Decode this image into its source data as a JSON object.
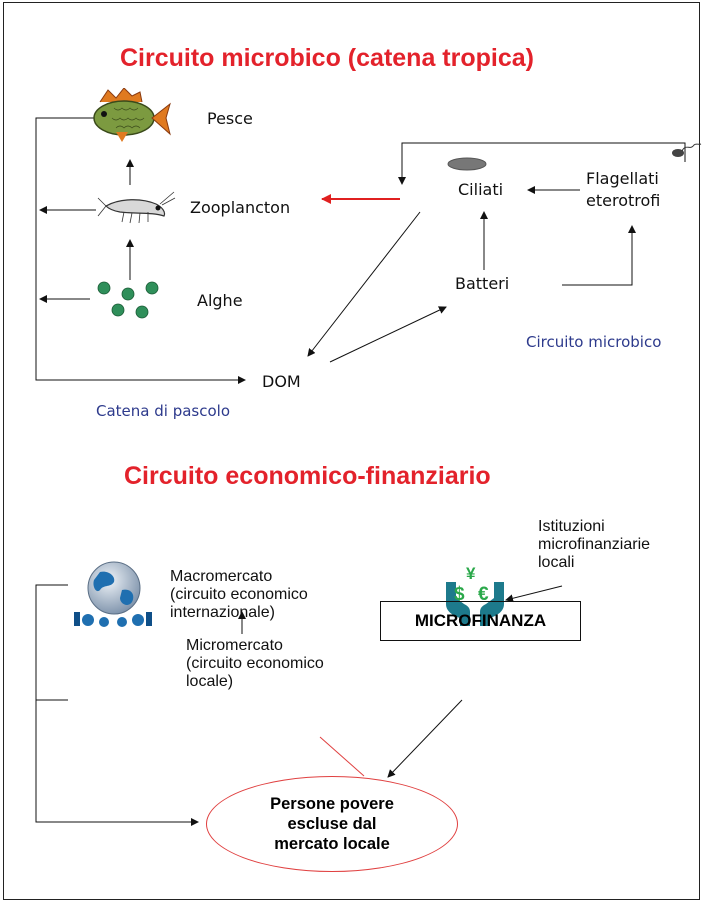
{
  "microbial": {
    "title": "Circuito microbico (catena tropica)",
    "nodes": {
      "pesce": "Pesce",
      "zooplancton": "Zooplancton",
      "alghe": "Alghe",
      "ciliati": "Ciliati",
      "flagellati": "Flagellati\neterotrofi",
      "batteri": "Batteri",
      "dom": "DOM"
    },
    "circuit_label": "Circuito microbico",
    "grazing_label": "Catena di pascolo",
    "icons": [
      "fish-icon",
      "shrimp-icon",
      "algae-icon",
      "ciliate-icon",
      "flagellate-icon"
    ]
  },
  "economic": {
    "title": "Circuito economico-finanziario",
    "istituzioni": "Istituzioni\nmicrofinanziarie\nlocali",
    "macromercato": "Macromercato\n(circuito economico\ninternazionale)",
    "micromercato": "Micromercato\n(circuito economico\nlocale)",
    "microfinanza": "MICROFINANZA",
    "persone": "Persone povere\nescluse dal\nmercato locale",
    "currency": {
      "yen": "¥",
      "dollar": "$",
      "euro": "€"
    },
    "icons": [
      "globe-icon",
      "money-hands-icon"
    ]
  },
  "colors": {
    "title_red": "#e3222b",
    "arrow_red": "#e04040",
    "label_blue": "#2d3a8c",
    "icon_teal": "#1d7a8c"
  }
}
